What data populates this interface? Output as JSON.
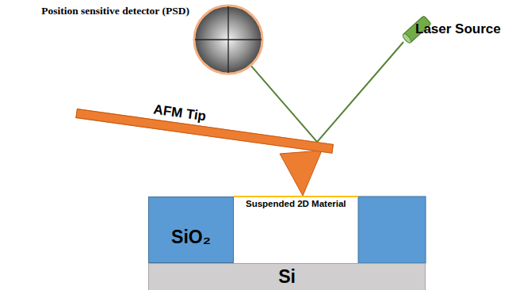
{
  "diagram": {
    "nodes": [
      {
        "text": [
          "Position sensitive detector (PSD)"
        ]
      },
      {
        "text": [
          "Laser Source"
        ]
      },
      {
        "text": [
          "AFM Tip"
        ]
      },
      {
        "text": [
          "SiO₂"
        ]
      },
      {
        "text": [
          "Si"
        ]
      }
    ],
    "edges": [
      {
        "from": 1,
        "to": 2,
        "arrow": "none"
      },
      {
        "from": 2,
        "to": 0,
        "arrow": "none"
      }
    ],
    "labels": [
      "Suspended 2D Material"
    ]
  }
}
